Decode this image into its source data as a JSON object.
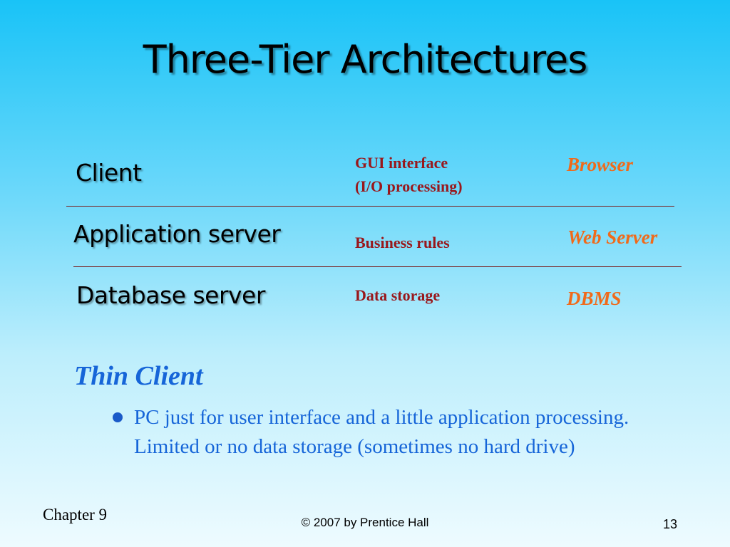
{
  "slide": {
    "title": "Three-Tier Architectures",
    "tiers": [
      {
        "label": "Client",
        "role_lines": [
          "GUI interface",
          "(I/O processing)"
        ],
        "product": "Browser"
      },
      {
        "label": "Application server",
        "role_lines": [
          "Business rules"
        ],
        "product": "Web Server"
      },
      {
        "label": "Database server",
        "role_lines": [
          "Data storage"
        ],
        "product": "DBMS"
      }
    ],
    "subheading": "Thin Client",
    "bullet": "PC just for user interface and a little application processing. Limited or no data storage (sometimes no hard drive)",
    "footer": {
      "chapter": "Chapter 9",
      "copyright": "© 2007 by Prentice Hall",
      "page_number": "13"
    }
  },
  "colors": {
    "background_top": "#19c3f7",
    "background_bottom": "#eefbff",
    "role_text": "#99181c",
    "product_text": "#f06a1a",
    "thin_client_text": "#1665d8"
  }
}
